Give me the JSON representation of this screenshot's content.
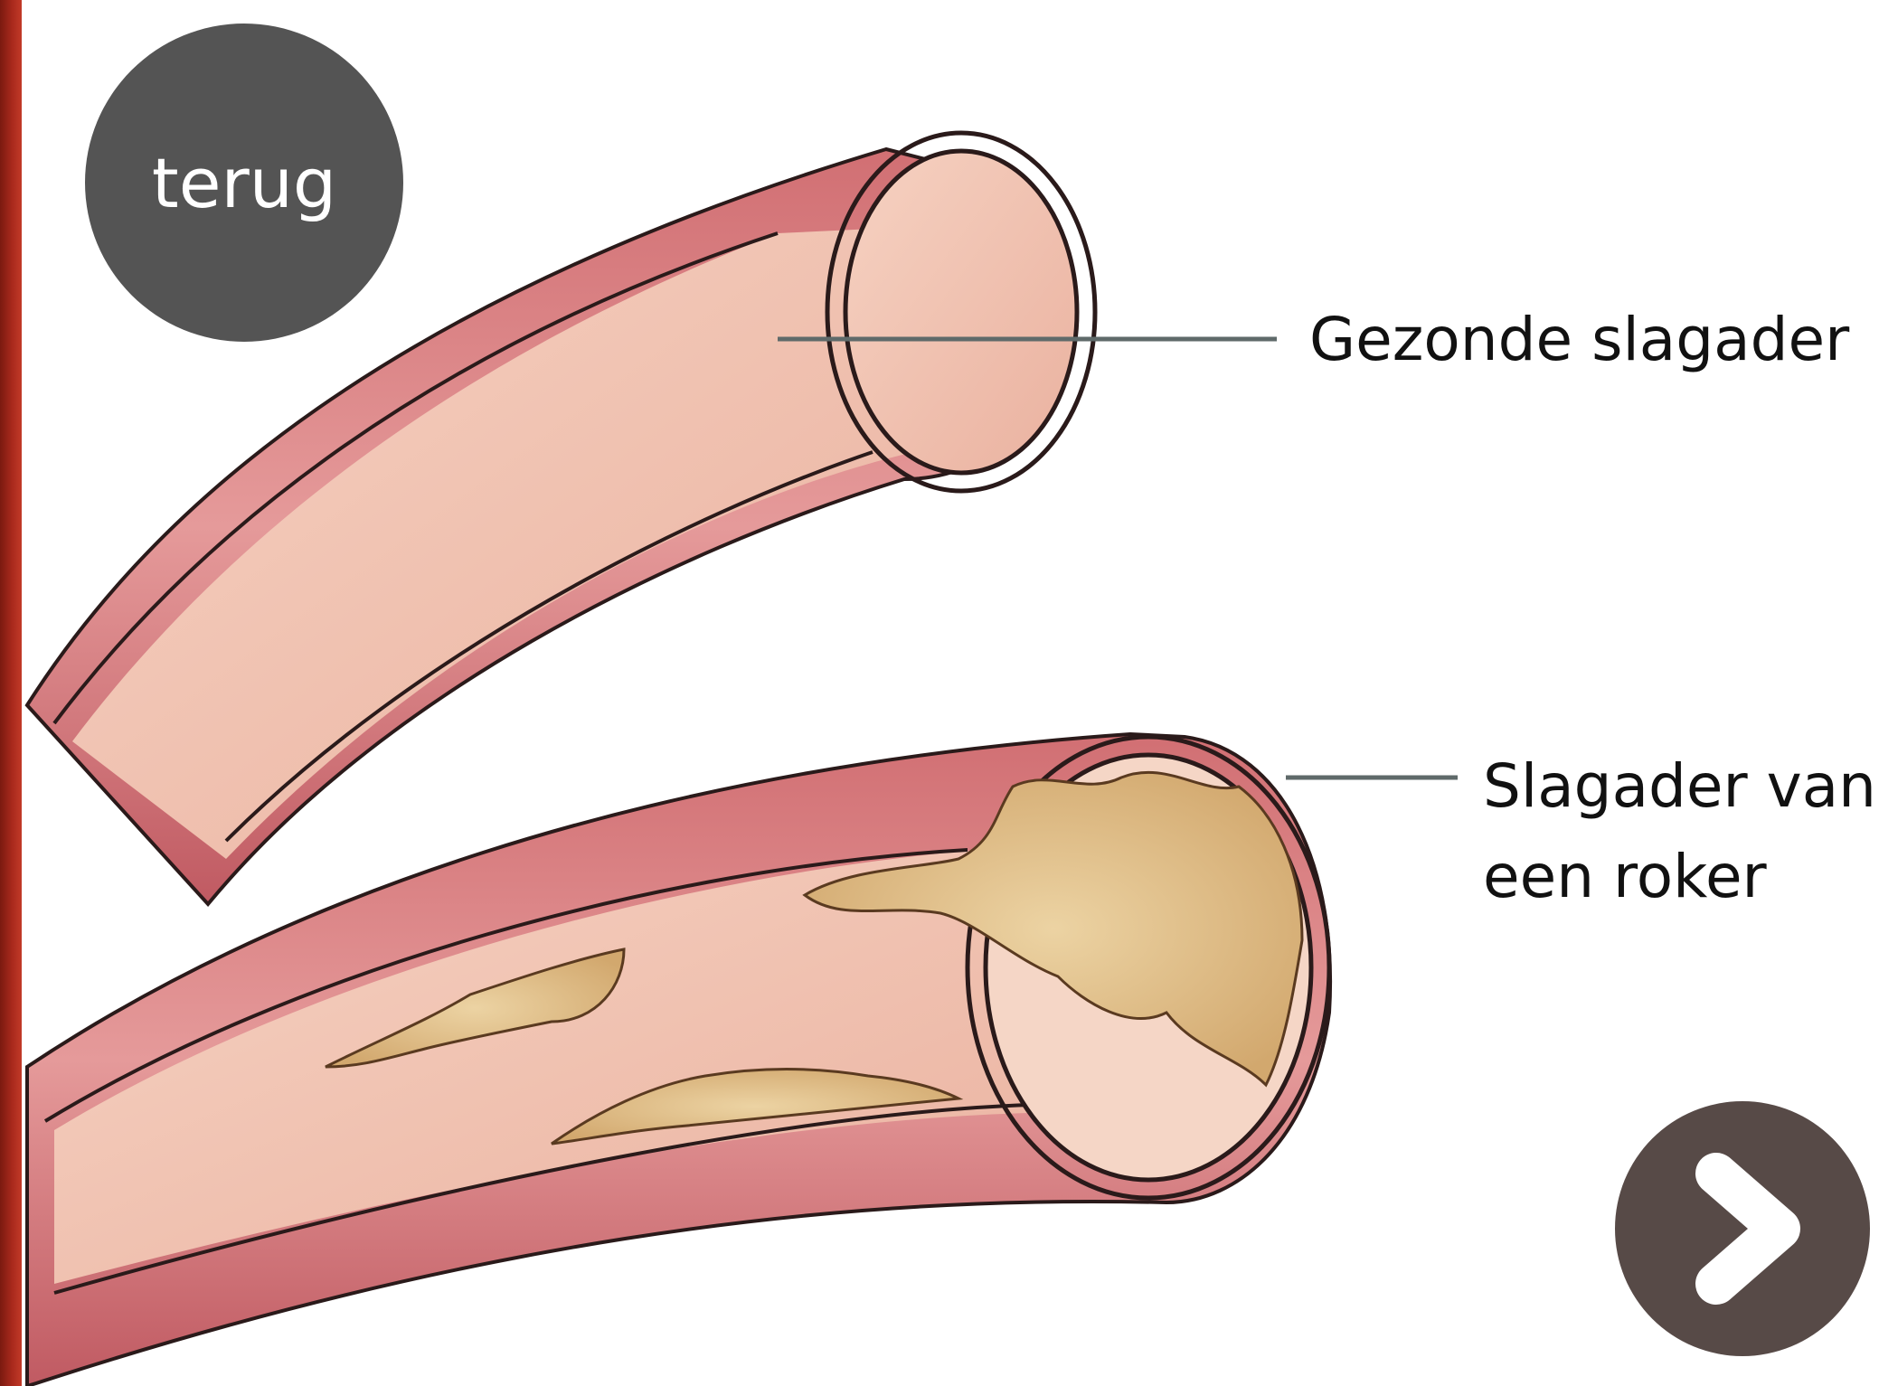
{
  "navigation": {
    "back_label": "terug",
    "next_icon": "chevron-right-icon"
  },
  "labels": {
    "healthy_artery": "Gezonde slagader",
    "smoker_artery_line1": "Slagader van",
    "smoker_artery_line2": "een roker"
  },
  "colors": {
    "side_bar": "#a8291c",
    "back_button": "#545454",
    "next_button": "#574a47",
    "artery_wall": "#c9606a",
    "artery_inner": "#f2c2b0",
    "plaque": "#d9b27a"
  }
}
